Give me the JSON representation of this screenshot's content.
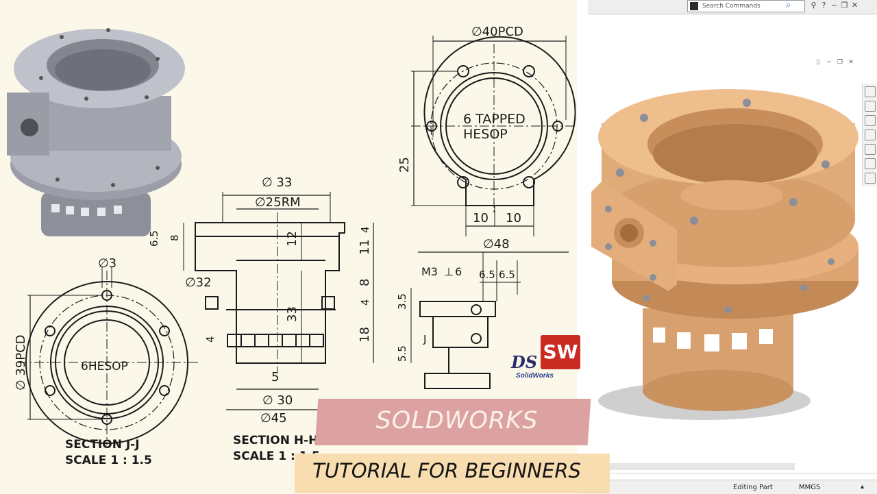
{
  "app": {
    "search": {
      "placeholder": "Search Commands"
    },
    "top_icons": [
      "user-icon",
      "help-icon",
      "minimize-icon",
      "restore-icon",
      "close-icon"
    ],
    "status": {
      "editing": "Editing Part",
      "units": "MMGS"
    },
    "colors": {
      "part_color": "#e7b07e",
      "window_bg": "#ffffff"
    }
  },
  "drawing": {
    "top_view": {
      "pcd": "∅40PCD",
      "note_line1": "6 TAPPED",
      "note_line2": "HESOP",
      "dim_height": "25",
      "dim_left": "10",
      "dim_right": "10",
      "dim_width": "∅48"
    },
    "section_h": {
      "dia_top": "∅ 33",
      "dia_rm": "∅25RM",
      "d_65": "6.5",
      "d_8": "8",
      "d_12": "12",
      "d_4a": "4",
      "d_11": "11",
      "d_32": "∅32",
      "d_8b": "8",
      "d_4b": "4",
      "d_33": "33",
      "d_4c": "4",
      "d_18": "18",
      "d_5": "5",
      "d_30": "∅ 30",
      "d_45": "∅45",
      "title": "SECTION H-H",
      "scale": "SCALE 1 : 1.5"
    },
    "section_j": {
      "d_3": "∅3",
      "pcd": "∅ 39PCD",
      "note": "6HESOP",
      "title": "SECTION J-J",
      "scale": "SCALE 1 : 1.5"
    },
    "detail": {
      "thread": "M3",
      "depth": "6",
      "d_65a": "6.5",
      "d_65b": "6.5",
      "d_35": "3.5",
      "d_55": "5.5",
      "label": "J"
    }
  },
  "logo": {
    "ds": "DS",
    "sw": "SW",
    "name": "SolidWorks"
  },
  "banner": {
    "line1": "SOLDWORKS",
    "line2": "TUTORIAL FOR BEGINNERS"
  }
}
